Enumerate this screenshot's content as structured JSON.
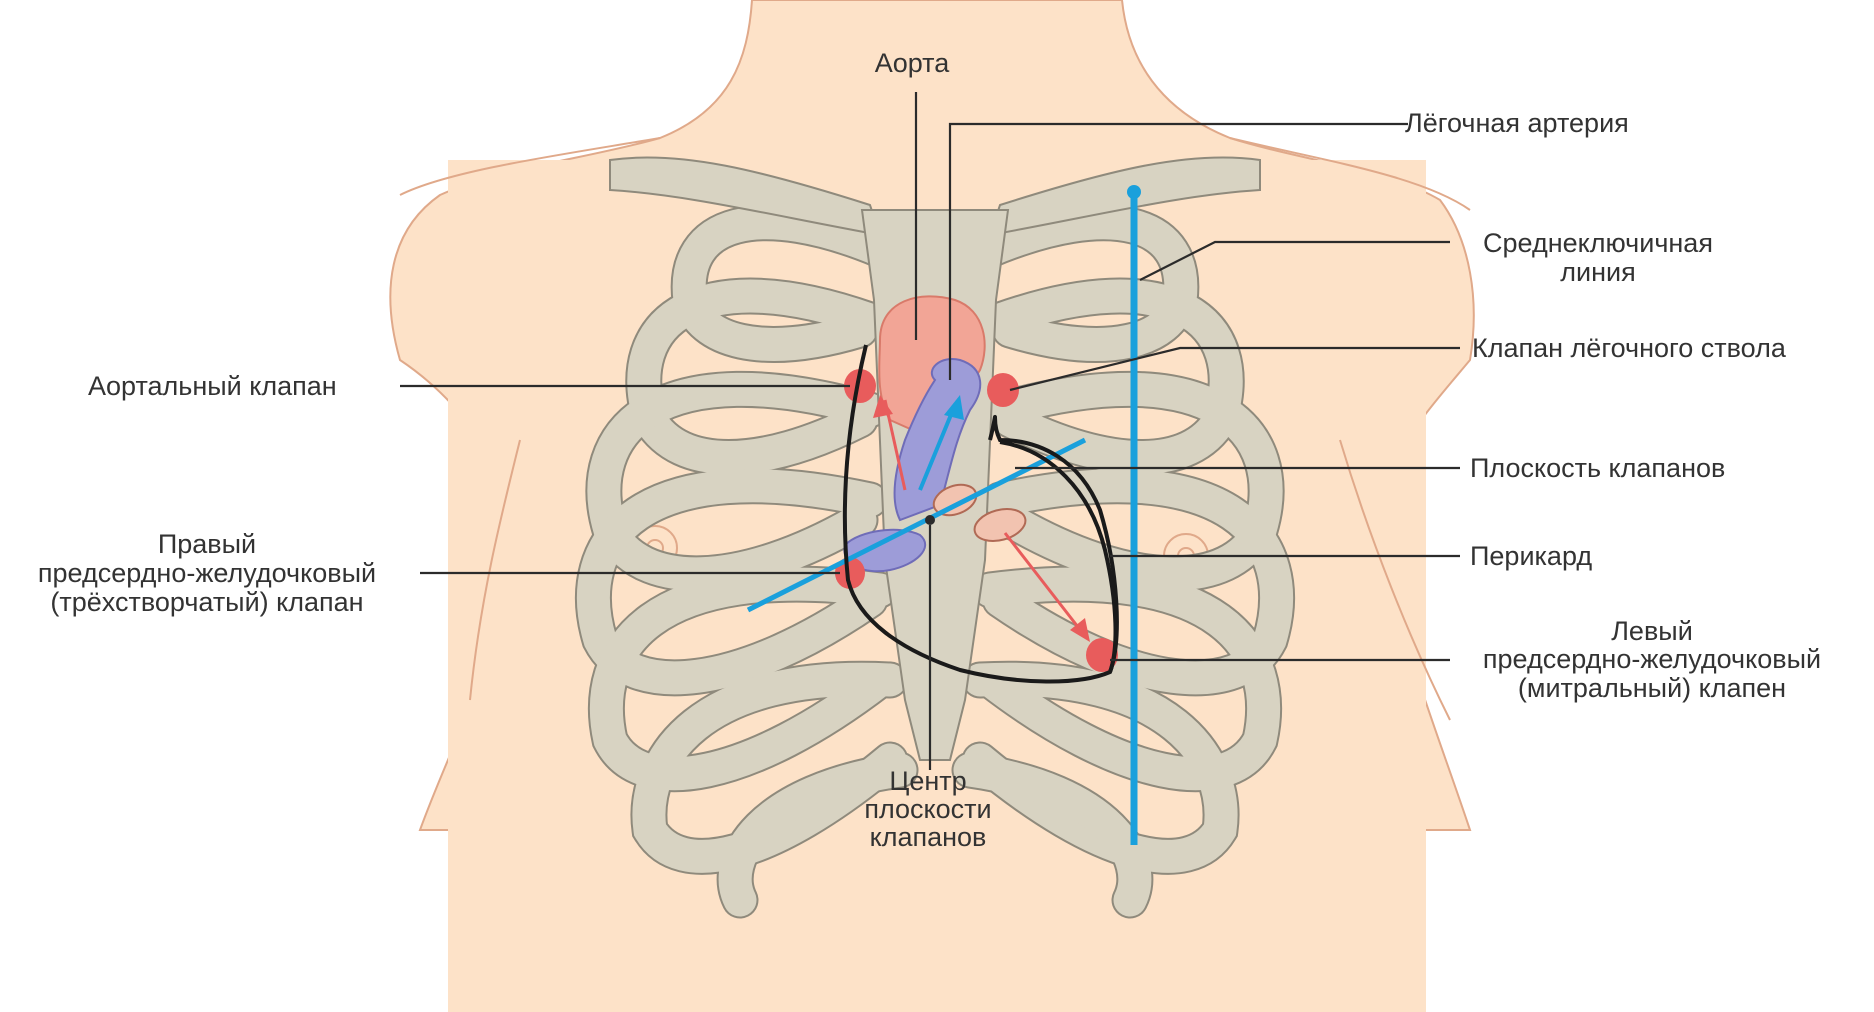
{
  "colors": {
    "skin": "#fde2c8",
    "skin_outline": "#e0a98a",
    "bone": "#d8d3c2",
    "bone_outline": "#8f8a7c",
    "aorta": "#f2a596",
    "pulmonary": "#9d9cd8",
    "valve": "#e85c5c",
    "midclavicular_line": "#1aa0dc",
    "pericardium": "#1a1a1a",
    "text": "#333333"
  },
  "labels": {
    "aorta": "Аорта",
    "pulmonary_artery": "Лёгочная артерия",
    "midclavicular_1": "Среднеключичная",
    "midclavicular_2": "линия",
    "pulmonary_valve": "Клапан лёгочного ствола",
    "aortic_valve": "Аортальный клапан",
    "valve_plane": "Плоскость клапанов",
    "tricuspid_1": "Правый",
    "tricuspid_2": "предсердно-желудочковый",
    "tricuspid_3": "(трёхстворчатый) клапан",
    "pericardium": "Перикард",
    "mitral_1": "Левый",
    "mitral_2": "предсердно-желудочковый",
    "mitral_3": "(митральный) клапен",
    "center_1": "Центр",
    "center_2": "плоскости",
    "center_3": "клапанов"
  }
}
